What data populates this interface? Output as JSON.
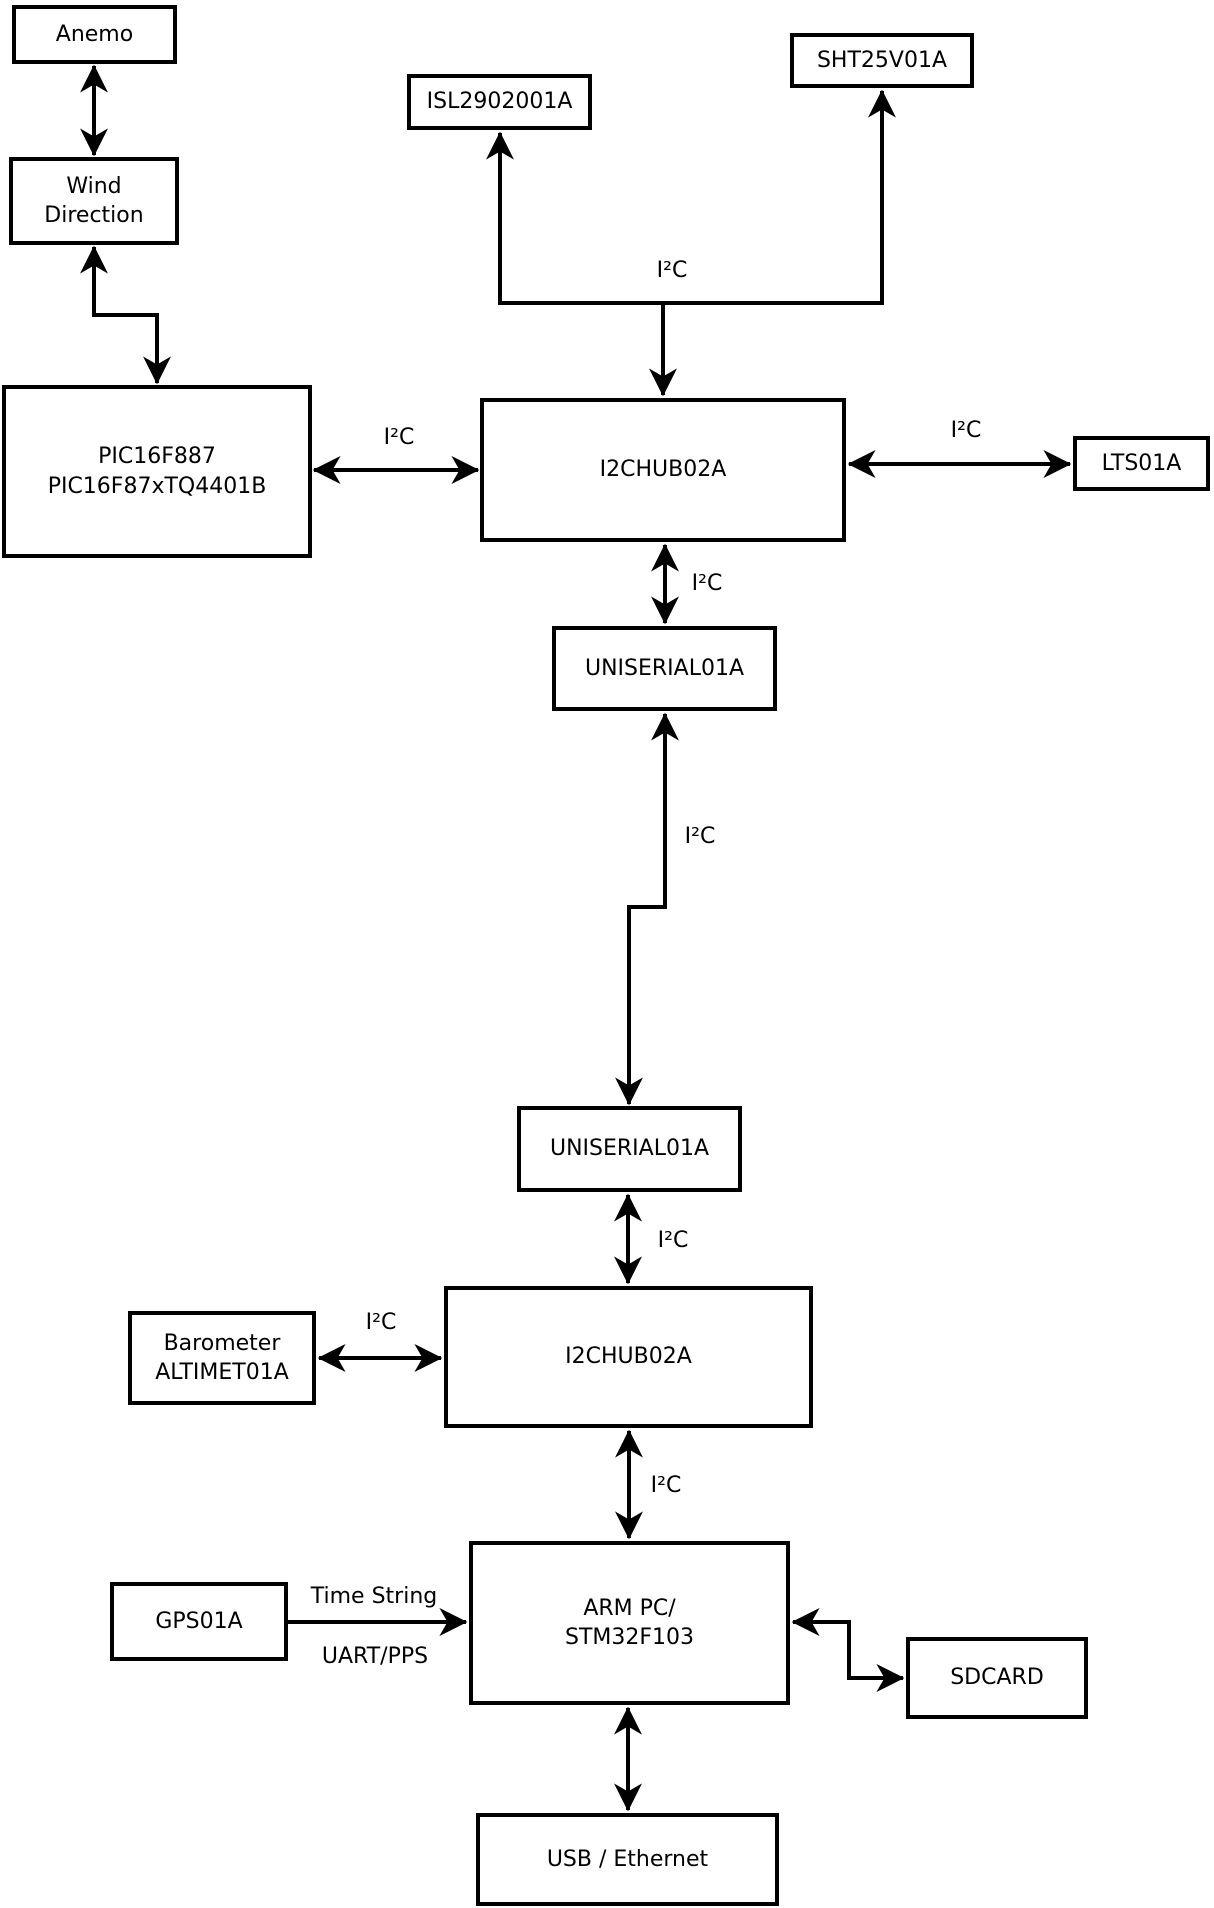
{
  "diagram": {
    "background_color": "#ffffff",
    "line_color": "#000000",
    "nodes": {
      "anemo": {
        "label": "Anemo"
      },
      "wind_direction": {
        "label": "Wind\nDirection"
      },
      "pic": {
        "label": "PIC16F887\nPIC16F87xTQ4401B"
      },
      "isl": {
        "label": "ISL2902001A"
      },
      "sht": {
        "label": "SHT25V01A"
      },
      "i2c_hub_top": {
        "label": "I2CHUB02A"
      },
      "lts": {
        "label": "LTS01A"
      },
      "uniserial_top": {
        "label": "UNISERIAL01A"
      },
      "uniserial_bottom": {
        "label": "UNISERIAL01A"
      },
      "i2c_hub_bottom": {
        "label": "I2CHUB02A"
      },
      "barometer": {
        "label": "Barometer\nALTIMET01A"
      },
      "gps": {
        "label": "GPS01A"
      },
      "arm": {
        "label": "ARM PC/\nSTM32F103"
      },
      "sdcard": {
        "label": "SDCARD"
      },
      "usb": {
        "label": "USB / Ethernet"
      }
    },
    "edge_labels": {
      "bus_top": "I²C",
      "pic_hub": "I²C",
      "hub_lts": "I²C",
      "hub_uniserial": "I²C",
      "uni_uni": "I²C",
      "uni_hub2": "I²C",
      "baro_hub2": "I²C",
      "hub2_arm": "I²C",
      "gps_arm_top": "Time String",
      "gps_arm_bottom": "UART/PPS"
    },
    "connections": [
      {
        "from": "anemo",
        "to": "wind_direction",
        "label": "",
        "bidirectional": true
      },
      {
        "from": "wind_direction",
        "to": "pic",
        "label": "",
        "bidirectional": true
      },
      {
        "from": "pic",
        "to": "i2c_hub_top",
        "label": "I²C",
        "bidirectional": true
      },
      {
        "from": "i2c_hub_top",
        "to": "isl",
        "label": "I²C",
        "bidirectional": false
      },
      {
        "from": "i2c_hub_top",
        "to": "sht",
        "label": "I²C",
        "bidirectional": false
      },
      {
        "from": "i2c_hub_top",
        "to": "lts",
        "label": "I²C",
        "bidirectional": true
      },
      {
        "from": "i2c_hub_top",
        "to": "uniserial_top",
        "label": "I²C",
        "bidirectional": true
      },
      {
        "from": "uniserial_top",
        "to": "uniserial_bottom",
        "label": "I²C",
        "bidirectional": true
      },
      {
        "from": "uniserial_bottom",
        "to": "i2c_hub_bottom",
        "label": "I²C",
        "bidirectional": true
      },
      {
        "from": "barometer",
        "to": "i2c_hub_bottom",
        "label": "I²C",
        "bidirectional": true
      },
      {
        "from": "i2c_hub_bottom",
        "to": "arm",
        "label": "I²C",
        "bidirectional": true
      },
      {
        "from": "gps",
        "to": "arm",
        "label": "Time String / UART/PPS",
        "bidirectional": false
      },
      {
        "from": "arm",
        "to": "sdcard",
        "label": "",
        "bidirectional": true
      },
      {
        "from": "arm",
        "to": "usb",
        "label": "",
        "bidirectional": true
      }
    ]
  }
}
